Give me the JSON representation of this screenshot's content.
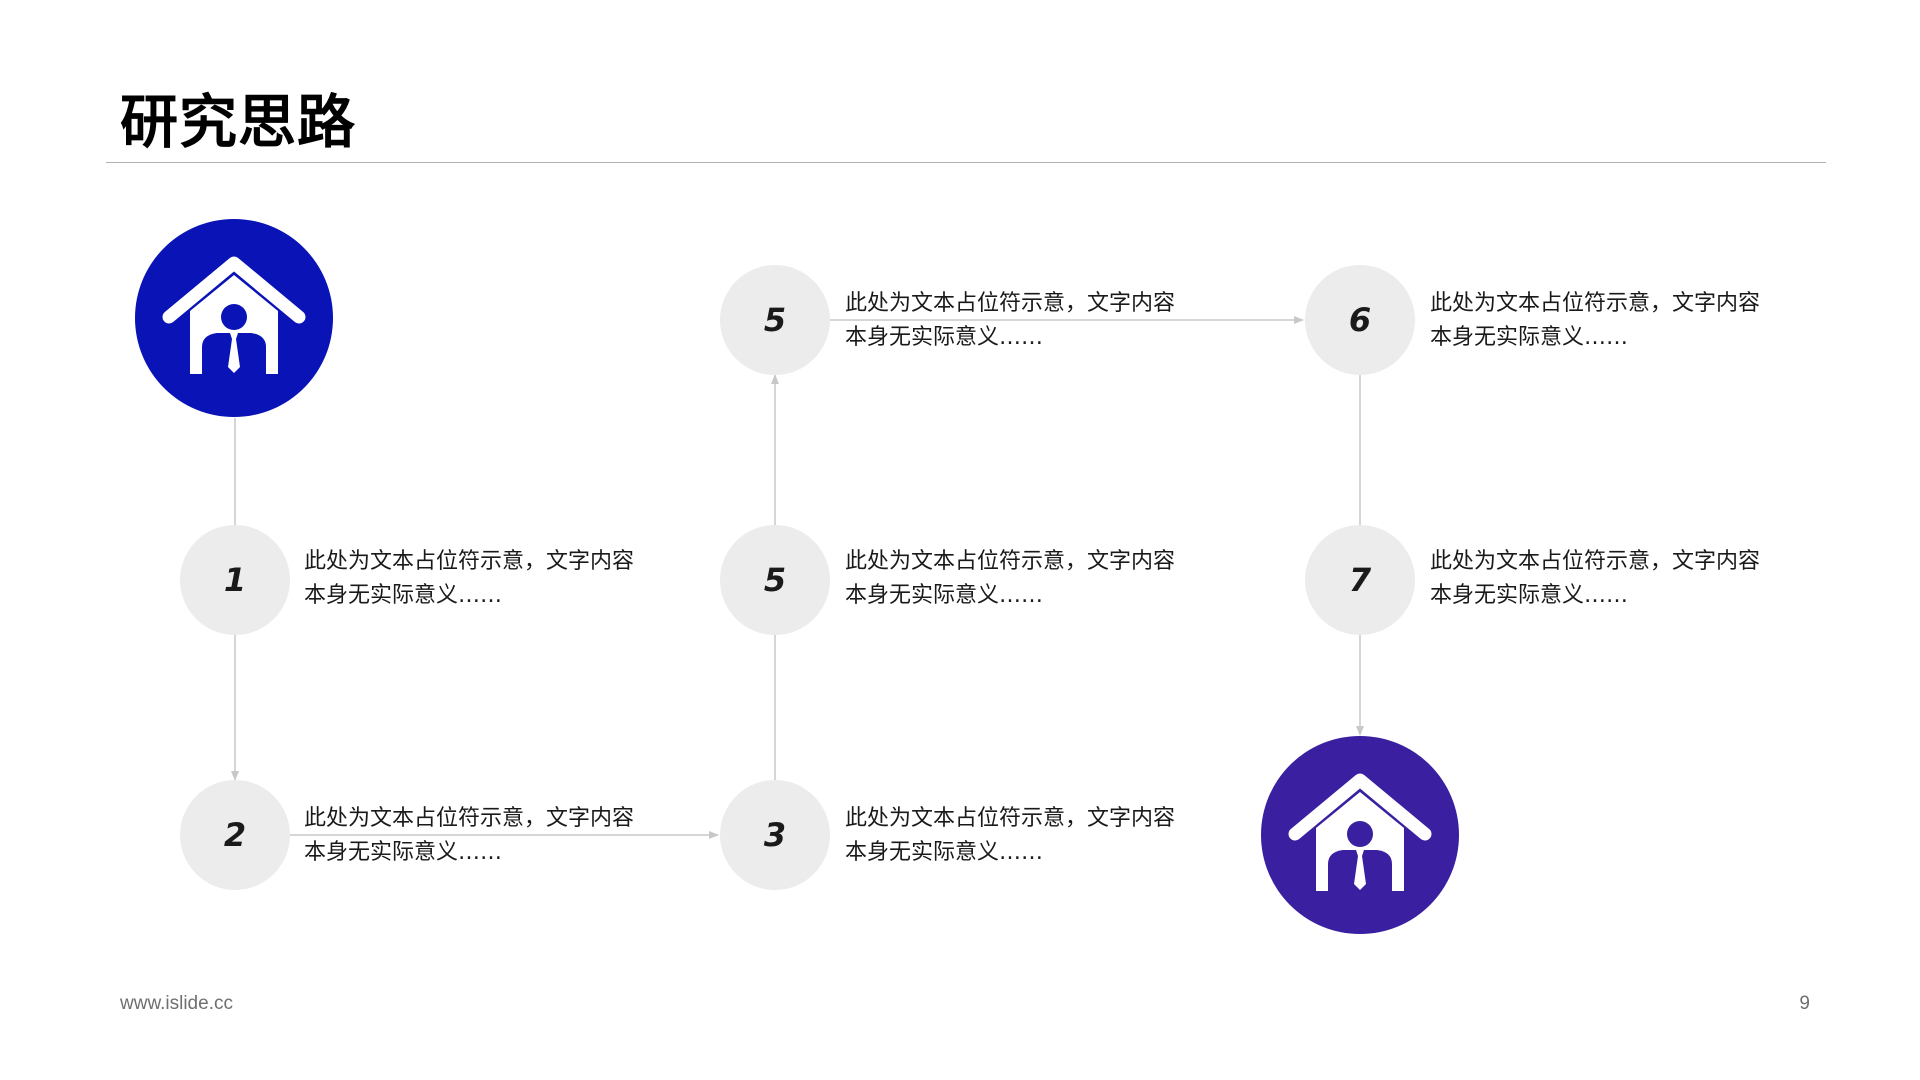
{
  "title": "研究思路",
  "colors": {
    "start_circle": "#0a13b6",
    "end_circle": "#3a1fa1",
    "node_fill": "#ececec",
    "connector": "#c8c8c8",
    "rule": "#b0b0b0"
  },
  "start_icon": "house-with-person-icon",
  "end_icon": "house-with-person-icon",
  "steps": [
    {
      "label": "1",
      "text": "此处为文本占位符示意，文字内容本身无实际意义……"
    },
    {
      "label": "2",
      "text": "此处为文本占位符示意，文字内容本身无实际意义……"
    },
    {
      "label": "3",
      "text": "此处为文本占位符示意，文字内容本身无实际意义……"
    },
    {
      "label": "5",
      "text": "此处为文本占位符示意，文字内容本身无实际意义……"
    },
    {
      "label": "5",
      "text": "此处为文本占位符示意，文字内容本身无实际意义……"
    },
    {
      "label": "6",
      "text": "此处为文本占位符示意，文字内容本身无实际意义……"
    },
    {
      "label": "7",
      "text": "此处为文本占位符示意，文字内容本身无实际意义……"
    }
  ],
  "footer": {
    "url": "www.islide.cc",
    "page": "9"
  }
}
